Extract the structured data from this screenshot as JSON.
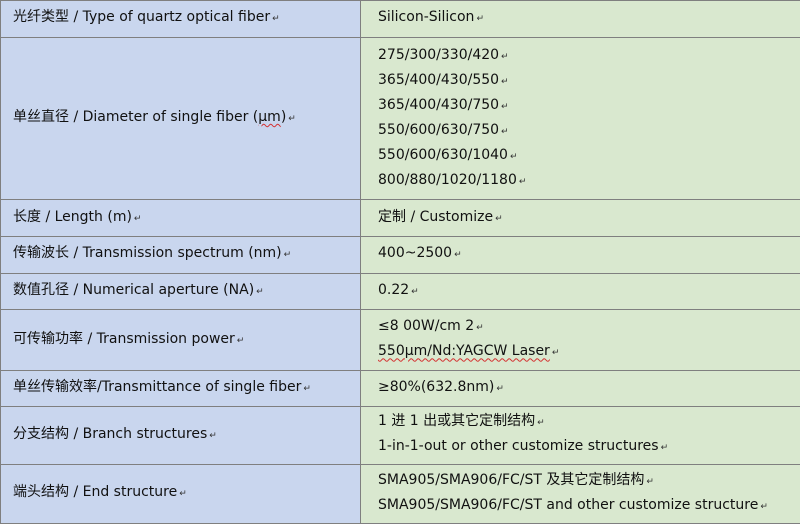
{
  "rows": [
    {
      "label": "光纤类型 / Type of quartz optical fiber",
      "values": [
        "Silicon-Silicon"
      ]
    },
    {
      "label_pre": "单丝直径 / Diameter of single fiber (",
      "label_unit": "μm",
      "label_post": ")",
      "values": [
        "275/300/330/420",
        "365/400/430/550",
        "365/400/430/750",
        "550/600/630/750",
        "550/600/630/1040",
        "800/880/1020/1180"
      ]
    },
    {
      "label": "长度 / Length (m)",
      "values": [
        "定制 / Customize"
      ]
    },
    {
      "label": "传输波长 / Transmission spectrum (nm)",
      "values": [
        "400~2500"
      ]
    },
    {
      "label": "数值孔径 / Numerical aperture (NA)",
      "values": [
        "0.22"
      ]
    },
    {
      "label": "可传输功率 / Transmission power",
      "values": [
        "≤8 00W/cm 2",
        "550μm/Nd:YAGCW Laser"
      ]
    },
    {
      "label": "单丝传输效率/Transmittance of single fiber",
      "values": [
        "≥80%(632.8nm)"
      ]
    },
    {
      "label": "分支结构 / Branch structures",
      "values": [
        "1 进 1 出或其它定制结构",
        "1-in-1-out or other customize structures"
      ]
    },
    {
      "label": "端头结构 / End structure",
      "values": [
        "SMA905/SMA906/FC/ST 及其它定制结构",
        "SMA905/SMA906/FC/ST and other customize structure"
      ]
    }
  ],
  "paragraph_mark": "↵",
  "colors": {
    "label_bg": "#c9d6ee",
    "value_bg": "#d9e8cf",
    "border": "#7f7f7f",
    "spellcheck_underline": "#d43030"
  }
}
